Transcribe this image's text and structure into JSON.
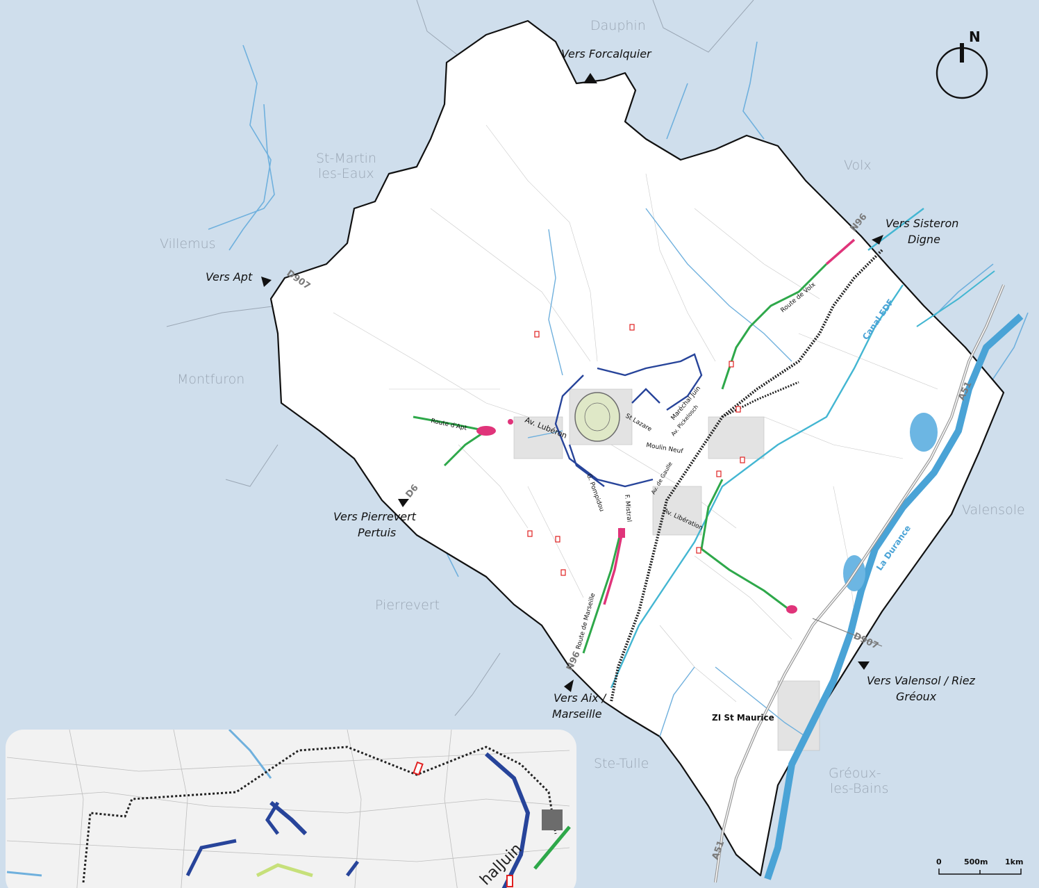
{
  "communes": {
    "dauphin": "Dauphin",
    "st_martin_line1": "St-Martin",
    "st_martin_line2": "les-Eaux",
    "villemus": "Villemus",
    "montfuron": "Montfuron",
    "volx": "Volx",
    "valensole": "Valensole",
    "pierrevert": "Pierrevert",
    "ste_tulle": "Ste-Tulle",
    "greoux_line1": "Gréoux-",
    "greoux_line2": "les-Bains"
  },
  "destinations": {
    "forcalquier": "Vers Forcalquier",
    "apt": "Vers Apt",
    "sisteron_line1": "Vers Sisteron",
    "sisteron_line2": "Digne",
    "pierrevert_line1": "Vers Pierrevert",
    "pierrevert_line2": "Pertuis",
    "aix_line1": "Vers Aix /",
    "aix_line2": "Marseille",
    "valensol_line1": "Vers Valensol / Riez",
    "valensol_line2": "Gréoux"
  },
  "route_codes": {
    "d907_west": "D907",
    "d6": "D6",
    "n96_north": "N96",
    "n96_south": "N96",
    "d907_east": "D907",
    "a51_north": "A51",
    "a51_south": "A51"
  },
  "streets": {
    "route_apt": "Route d'Apt",
    "av_luberon": "Av. Lubéron",
    "st_lazare": "St Lazare",
    "marechal_juin": "Maréchal Juin",
    "av_pickelosch": "Av. Pickelosch",
    "moulin_neuf": "Moulin Neuf",
    "route_volx": "Route de Volx",
    "g_pompidou": "G. Pompidou",
    "f_mistral": "F. Mistral",
    "de_gaulle": "Av. de Gaulle",
    "liberation": "Av. Libération",
    "route_marseille": "Route de Marseille"
  },
  "water": {
    "canal_edf": "Canal EDF",
    "la_durance": "La Durance"
  },
  "zones": {
    "zi_st_maurice": "ZI St Maurice"
  },
  "compass": {
    "north": "N"
  },
  "scale": {
    "zero": "0",
    "mid": "500m",
    "end": "1km"
  },
  "inset": {
    "street_fragment": "halJuin"
  },
  "colors": {
    "background": "#cfdeec",
    "territory": "#ffffff",
    "boundary": "#111111",
    "river": "#4aa3d6",
    "canal": "#43b6d2",
    "durance": "#4aa3d6",
    "green_route": "#2ea84a",
    "pink_route": "#e0347a",
    "blue_route": "#27449a",
    "railway": "#222222",
    "motorway": "#9a9a9a"
  }
}
